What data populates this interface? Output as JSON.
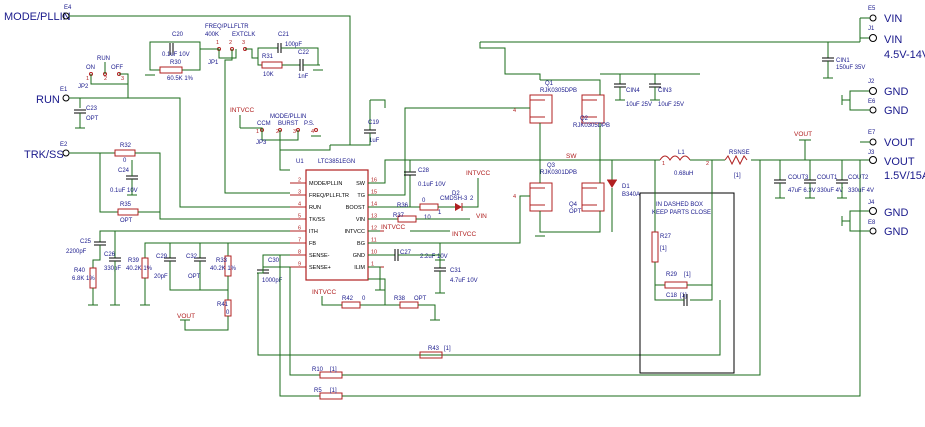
{
  "nets": {
    "mode_pllin": "MODE/PLLIN",
    "run": "RUN",
    "trk_ss": "TRK/SS",
    "vin": "VIN",
    "vin2": "VIN",
    "vin_range": "4.5V-14V",
    "gnd1": "GND",
    "gnd2": "GND",
    "vout1": "VOUT",
    "vout2": "VOUT",
    "vout_spec": "1.5V/15A",
    "gnd3": "GND",
    "gnd4": "GND",
    "sw": "SW",
    "intvcc_a": "INTVCC",
    "intvcc_b": "INTVCC",
    "intvcc_c": "INTVCC",
    "intvcc_d": "INTVCC",
    "intvcc_e": "INTVCC",
    "vin_small": "VIN",
    "vout_small": "VOUT",
    "vout_small2": "VOUT",
    "rsnse": "RSNSE"
  },
  "ic": {
    "ref": "U1",
    "part": "LTC3851EGN",
    "left_pins": [
      {
        "num": "2",
        "name": "MODE/PLLIN"
      },
      {
        "num": "3",
        "name": "FREQ/PLLFLTR"
      },
      {
        "num": "4",
        "name": "RUN"
      },
      {
        "num": "5",
        "name": "TK/SS"
      },
      {
        "num": "6",
        "name": "ITH"
      },
      {
        "num": "7",
        "name": "FB"
      },
      {
        "num": "8",
        "name": "SENSE-"
      },
      {
        "num": "9",
        "name": "SENSE+"
      }
    ],
    "right_pins": [
      {
        "num": "16",
        "name": "SW"
      },
      {
        "num": "15",
        "name": "TG"
      },
      {
        "num": "14",
        "name": "BOOST"
      },
      {
        "num": "13",
        "name": "VIN"
      },
      {
        "num": "12",
        "name": "INTVCC"
      },
      {
        "num": "11",
        "name": "BG"
      },
      {
        "num": "10",
        "name": "GND"
      },
      {
        "num": "1",
        "name": "ILIM"
      }
    ]
  },
  "jumpers": {
    "jp2": {
      "ref": "JP2",
      "on": "ON",
      "off": "OFF",
      "title": "RUN",
      "pins": [
        "1",
        "2",
        "3"
      ]
    },
    "jp1": {
      "ref": "JP1",
      "title": "FREQ/PLLFLTR",
      "opt1": "400K",
      "opt2": "EXTCLK",
      "pins": [
        "1",
        "2",
        "3"
      ]
    },
    "jp3": {
      "ref": "JP3",
      "title": "MODE/PLLIN",
      "opt1": "CCM",
      "opt2": "BURST",
      "opt3": "P.S.",
      "pins": [
        "1",
        "2",
        "3",
        "4"
      ]
    }
  },
  "parts": {
    "c20": {
      "ref": "C20",
      "val": "0.1uF  10V"
    },
    "r30": {
      "ref": "R30",
      "val": "60.5K  1%"
    },
    "c21": {
      "ref": "C21",
      "val": "100pF"
    },
    "r31": {
      "ref": "R31",
      "val": "10K"
    },
    "c22": {
      "ref": "C22",
      "val": "1nF"
    },
    "c23": {
      "ref": "C23",
      "val": "OPT"
    },
    "c19": {
      "ref": "C19",
      "val": "1uF"
    },
    "r32": {
      "ref": "R32",
      "val": "0"
    },
    "c24": {
      "ref": "C24",
      "val": "0.1uF  10V"
    },
    "r35": {
      "ref": "R35",
      "val": "OPT"
    },
    "c25": {
      "ref": "C25",
      "val": "2200pF"
    },
    "c26": {
      "ref": "C26",
      "val": "330pF"
    },
    "r40": {
      "ref": "R40",
      "val": "6.8K  1%"
    },
    "r39": {
      "ref": "R39",
      "val": "40.2K  1%"
    },
    "c29": {
      "ref": "C29",
      "val": "20pF"
    },
    "c32": {
      "ref": "C32",
      "val": "OPT"
    },
    "r33": {
      "ref": "R33",
      "val": "40.2K  1%"
    },
    "r41": {
      "ref": "R41",
      "val": "0"
    },
    "c30": {
      "ref": "C30",
      "val": "1000pF"
    },
    "r36": {
      "ref": "R36",
      "val": "0"
    },
    "r37": {
      "ref": "R37",
      "val": "10"
    },
    "c28": {
      "ref": "C28",
      "val": "0.1uF  10V"
    },
    "d2": {
      "ref": "D2",
      "val": "CMDSH-3"
    },
    "c27": {
      "ref": "C27",
      "val": "2.2uF  10V"
    },
    "c31": {
      "ref": "C31",
      "val": "4.7uF  10V"
    },
    "r42": {
      "ref": "R42",
      "val": "0"
    },
    "r38": {
      "ref": "R38",
      "val": "OPT"
    },
    "r43": {
      "ref": "R43",
      "val": "[1]"
    },
    "r10": {
      "ref": "R10",
      "val": "[1]"
    },
    "r5": {
      "ref": "R5",
      "val": "[1]"
    },
    "q1": {
      "ref": "Q1",
      "val": "RJK0305DPB"
    },
    "q2": {
      "ref": "Q2",
      "val": "RJK0305DPB"
    },
    "q3": {
      "ref": "Q3",
      "val": "RJK0301DPB"
    },
    "q4": {
      "ref": "Q4",
      "val": "OPT"
    },
    "cin4": {
      "ref": "CIN4",
      "val": "10uF  25V"
    },
    "cin3": {
      "ref": "CIN3",
      "val": "10uF  25V"
    },
    "cin1": {
      "ref": "CIN1",
      "val": "150uF  35V"
    },
    "l1": {
      "ref": "L1",
      "val": "0.68uH"
    },
    "d1": {
      "ref": "D1",
      "val": "B340A"
    },
    "rsnse_val": {
      "ref": "RSNSE",
      "val": "[1]"
    },
    "cout3": {
      "ref": "COUT3",
      "val": "47uF  6.3V"
    },
    "cout1": {
      "ref": "COUT1",
      "val": "330uF  4V"
    },
    "cout2": {
      "ref": "COUT2",
      "val": "330uF  4V"
    },
    "r27": {
      "ref": "R27",
      "val": "[1]"
    },
    "r29": {
      "ref": "R29",
      "val": "[1]"
    },
    "c18": {
      "ref": "C18",
      "val": "[1]"
    }
  },
  "connectors": {
    "e4": "E4",
    "e1": "E1",
    "e2": "E2",
    "e5": "E5",
    "j1": "J1",
    "j2": "J2",
    "e6": "E6",
    "e7": "E7",
    "j3": "J3",
    "j4": "J4",
    "e8": "E8"
  },
  "dashed_box_note": [
    "IN DASHED BOX",
    "KEEP PARTS CLOSE"
  ],
  "misc": {
    "pin1": "1",
    "pin2": "2",
    "l1_p1": "1",
    "l1_p2": "2",
    "v4": "4"
  }
}
